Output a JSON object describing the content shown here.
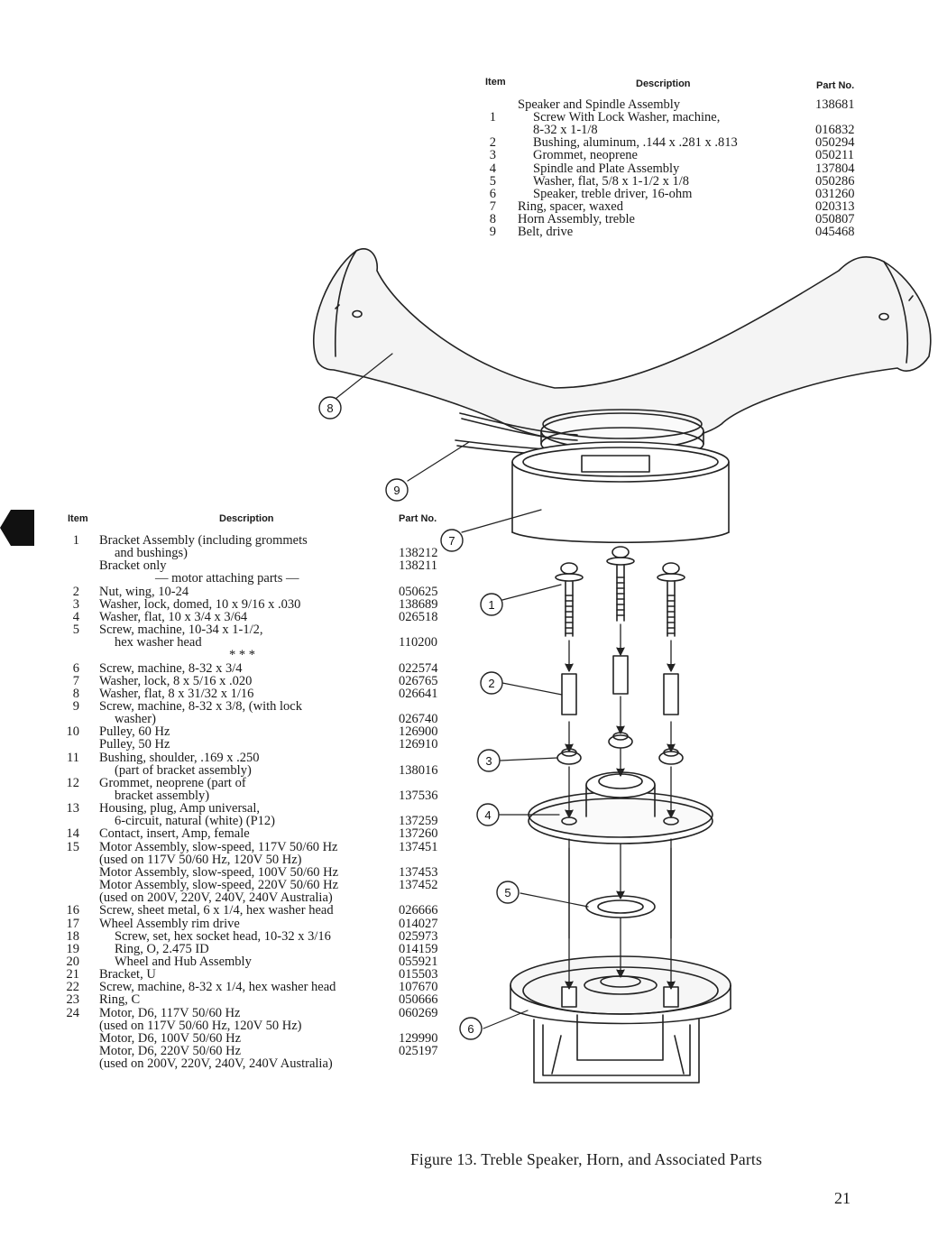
{
  "top_table": {
    "headers": {
      "item": "Item",
      "description": "Description",
      "part_no": "Part No."
    },
    "rows": [
      {
        "item": "",
        "desc": "Speaker and Spindle Assembly",
        "part": "138681",
        "indent": 0
      },
      {
        "item": "1",
        "desc": "Screw With Lock Washer, machine,",
        "part": "",
        "indent": 1
      },
      {
        "item": "",
        "desc": "8-32 x 1-1/8",
        "part": "016832",
        "indent": 1
      },
      {
        "item": "2",
        "desc": "Bushing, aluminum, .144 x .281 x .813",
        "part": "050294",
        "indent": 1
      },
      {
        "item": "3",
        "desc": "Grommet, neoprene",
        "part": "050211",
        "indent": 1
      },
      {
        "item": "4",
        "desc": "Spindle and Plate Assembly",
        "part": "137804",
        "indent": 1
      },
      {
        "item": "5",
        "desc": "Washer, flat, 5/8 x 1-1/2 x 1/8",
        "part": "050286",
        "indent": 1
      },
      {
        "item": "6",
        "desc": "Speaker, treble driver, 16-ohm",
        "part": "031260",
        "indent": 1
      },
      {
        "item": "7",
        "desc": "Ring, spacer, waxed",
        "part": "020313",
        "indent": 0
      },
      {
        "item": "8",
        "desc": "Horn Assembly, treble",
        "part": "050807",
        "indent": 0
      },
      {
        "item": "9",
        "desc": "Belt, drive",
        "part": "045468",
        "indent": 0
      }
    ]
  },
  "bottom_table": {
    "headers": {
      "item": "Item",
      "description": "Description",
      "part_no": "Part No."
    },
    "rows": [
      {
        "item": "1",
        "desc": "Bracket Assembly (including grommets",
        "part": "",
        "indent": 0
      },
      {
        "item": "",
        "desc": "and bushings)",
        "part": "138212",
        "indent": 1
      },
      {
        "item": "",
        "desc": "Bracket only",
        "part": "138211",
        "indent": 0
      },
      {
        "item": "",
        "desc": "— motor attaching parts —",
        "part": "",
        "indent": 2
      },
      {
        "item": "2",
        "desc": "Nut, wing, 10-24",
        "part": "050625",
        "indent": 0
      },
      {
        "item": "3",
        "desc": "Washer, lock, domed, 10 x 9/16 x .030",
        "part": "138689",
        "indent": 0
      },
      {
        "item": "4",
        "desc": "Washer, flat, 10 x 3/4 x 3/64",
        "part": "026518",
        "indent": 0
      },
      {
        "item": "5",
        "desc": "Screw, machine, 10-34 x 1-1/2,",
        "part": "",
        "indent": 0
      },
      {
        "item": "",
        "desc": "hex washer head",
        "part": "110200",
        "indent": 1
      },
      {
        "item": "",
        "desc": "* * *",
        "part": "",
        "indent": 3
      },
      {
        "item": "6",
        "desc": "Screw, machine, 8-32 x 3/4",
        "part": "022574",
        "indent": 0
      },
      {
        "item": "7",
        "desc": "Washer, lock, 8 x 5/16 x .020",
        "part": "026765",
        "indent": 0
      },
      {
        "item": "8",
        "desc": "Washer, flat, 8 x 31/32 x 1/16",
        "part": "026641",
        "indent": 0
      },
      {
        "item": "9",
        "desc": "Screw, machine, 8-32 x 3/8, (with lock",
        "part": "",
        "indent": 0
      },
      {
        "item": "",
        "desc": "washer)",
        "part": "026740",
        "indent": 1
      },
      {
        "item": "10",
        "desc": "Pulley, 60 Hz",
        "part": "126900",
        "indent": 0
      },
      {
        "item": "",
        "desc": "Pulley, 50 Hz",
        "part": "126910",
        "indent": 0
      },
      {
        "item": "11",
        "desc": "Bushing, shoulder, .169 x .250",
        "part": "",
        "indent": 0
      },
      {
        "item": "",
        "desc": "(part of bracket assembly)",
        "part": "138016",
        "indent": 1
      },
      {
        "item": "12",
        "desc": "Grommet, neoprene (part of",
        "part": "",
        "indent": 0
      },
      {
        "item": "",
        "desc": "bracket assembly)",
        "part": "137536",
        "indent": 1
      },
      {
        "item": "13",
        "desc": "Housing, plug, Amp universal,",
        "part": "",
        "indent": 0
      },
      {
        "item": "",
        "desc": "6-circuit, natural (white) (P12)",
        "part": "137259",
        "indent": 1
      },
      {
        "item": "14",
        "desc": "Contact, insert, Amp, female",
        "part": "137260",
        "indent": 0
      },
      {
        "item": "15",
        "desc": "Motor Assembly, slow-speed, 117V 50/60 Hz",
        "part": "137451",
        "indent": 0
      },
      {
        "item": "",
        "desc": "(used on 117V 50/60 Hz, 120V 50 Hz)",
        "part": "",
        "indent": 0
      },
      {
        "item": "",
        "desc": "Motor Assembly, slow-speed, 100V 50/60 Hz",
        "part": "137453",
        "indent": 0
      },
      {
        "item": "",
        "desc": "Motor Assembly, slow-speed, 220V 50/60 Hz",
        "part": "137452",
        "indent": 0
      },
      {
        "item": "",
        "desc": "(used on 200V, 220V, 240V, 240V Australia)",
        "part": "",
        "indent": 0
      },
      {
        "item": "16",
        "desc": "Screw, sheet metal, 6 x 1/4, hex washer head",
        "part": "026666",
        "indent": 0
      },
      {
        "item": "17",
        "desc": "Wheel Assembly rim drive",
        "part": "014027",
        "indent": 0
      },
      {
        "item": "18",
        "desc": "Screw, set, hex socket head, 10-32 x 3/16",
        "part": "025973",
        "indent": 1
      },
      {
        "item": "19",
        "desc": "Ring, O, 2.475 ID",
        "part": "014159",
        "indent": 1
      },
      {
        "item": "20",
        "desc": "Wheel and Hub Assembly",
        "part": "055921",
        "indent": 1
      },
      {
        "item": "21",
        "desc": "Bracket, U",
        "part": "015503",
        "indent": 0
      },
      {
        "item": "22",
        "desc": "Screw, machine, 8-32 x 1/4, hex washer head",
        "part": "107670",
        "indent": 0
      },
      {
        "item": "23",
        "desc": "Ring, C",
        "part": "050666",
        "indent": 0
      },
      {
        "item": "24",
        "desc": "Motor, D6, 117V 50/60 Hz",
        "part": "060269",
        "indent": 0
      },
      {
        "item": "",
        "desc": "(used on 117V 50/60 Hz, 120V 50 Hz)",
        "part": "",
        "indent": 0
      },
      {
        "item": "",
        "desc": "Motor, D6, 100V 50/60 Hz",
        "part": "129990",
        "indent": 0
      },
      {
        "item": "",
        "desc": "Motor, D6, 220V 50/60 Hz",
        "part": "025197",
        "indent": 0
      },
      {
        "item": "",
        "desc": "(used on 200V, 220V, 240V, 240V Australia)",
        "part": "",
        "indent": 0
      }
    ]
  },
  "figure": {
    "callouts": [
      "1",
      "2",
      "3",
      "4",
      "5",
      "6",
      "7",
      "8",
      "9"
    ]
  },
  "caption": "Figure 13.  Treble Speaker, Horn, and Associated Parts",
  "page_number": "21"
}
